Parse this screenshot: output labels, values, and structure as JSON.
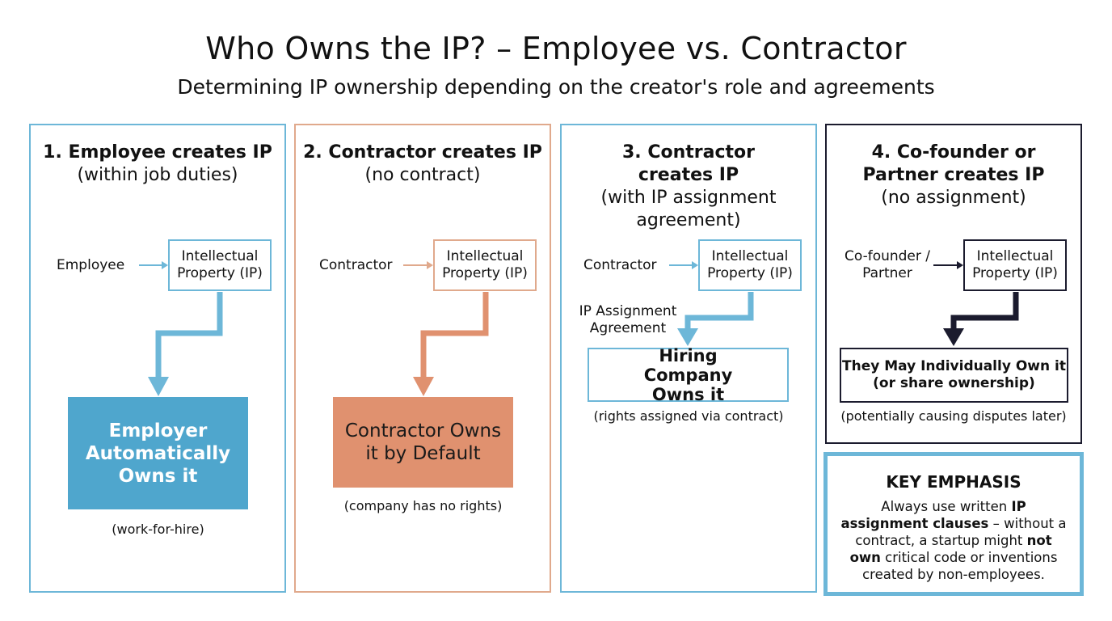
{
  "title": "Who Owns the IP? – Employee vs. Contractor",
  "subtitle": "Determining IP ownership depending on the creator's role and agreements",
  "panels": [
    {
      "heading": "1. Employee creates IP",
      "heading_sub": "(within job duties)",
      "creator": "Employee",
      "ip_label": "Intellectual Property (IP)",
      "outcome": "Employer Automatically Owns it",
      "note": "(work-for-hire)"
    },
    {
      "heading": "2. Contractor creates IP",
      "heading_sub": "(no contract)",
      "creator": "Contractor",
      "ip_label": "Intellectual Property (IP)",
      "outcome": "Contractor Owns it by Default",
      "note": "(company has no rights)"
    },
    {
      "heading": "3. Contractor creates IP",
      "heading_sub": "(with IP assignment agreement)",
      "creator": "Contractor",
      "ip_label": "Intellectual Property (IP)",
      "arrow_label": "IP Assignment Agreement",
      "outcome": "Hiring Company Owns it",
      "note": "(rights assigned via contract)"
    },
    {
      "heading": "4. Co-founder or Partner creates IP",
      "heading_sub": "(no assignment)",
      "creator": "Co-founder / Partner",
      "ip_label": "Intellectual Property (IP)",
      "outcome": "They May Individually Own it",
      "outcome_sub": "(or share ownership)",
      "note": "(potentially causing disputes later)"
    }
  ],
  "key": {
    "title": "KEY EMPHASIS",
    "text_1": "Always use written",
    "text_bold_1": "IP assignment clauses",
    "text_2": "– without a contract, a startup might",
    "text_bold_2": "not own",
    "text_3": "critical code or inventions created by non-employees."
  },
  "colors": {
    "blue": "#6db7d8",
    "blue_fill": "#4fa6cd",
    "orange": "#e0a98c",
    "orange_fill": "#e0916f",
    "navy": "#1b1b2e"
  }
}
